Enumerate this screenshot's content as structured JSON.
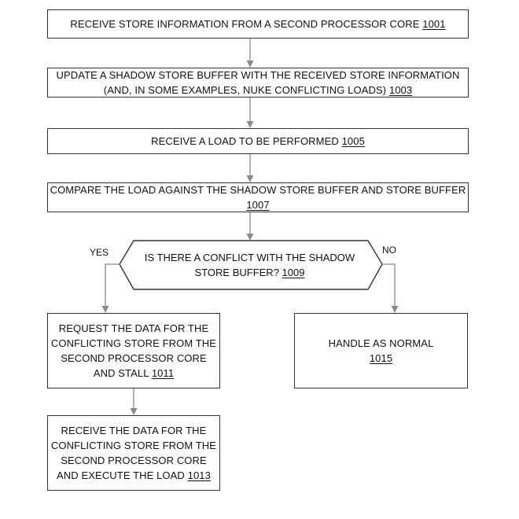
{
  "steps": {
    "s1001": {
      "lines": [
        "RECEIVE STORE INFORMATION FROM A SECOND PROCESSOR CORE"
      ],
      "ref": "1001"
    },
    "s1003": {
      "lines": [
        "UPDATE A SHADOW STORE BUFFER WITH THE RECEIVED STORE INFORMATION",
        "(AND, IN SOME EXAMPLES, NUKE CONFLICTING LOADS)"
      ],
      "ref": "1003"
    },
    "s1005": {
      "lines": [
        "RECEIVE A LOAD TO BE PERFORMED"
      ],
      "ref": "1005"
    },
    "s1007": {
      "lines": [
        "COMPARE THE LOAD AGAINST THE SHADOW STORE BUFFER AND STORE BUFFER"
      ],
      "ref": "1007"
    },
    "s1011": {
      "lines": [
        "REQUEST THE DATA FOR THE",
        "CONFLICTING STORE FROM THE",
        "SECOND PROCESSOR CORE",
        "AND STALL"
      ],
      "ref": "1011"
    },
    "s1013": {
      "lines": [
        "RECEIVE THE DATA FOR THE",
        "CONFLICTING STORE FROM THE",
        "SECOND PROCESSOR CORE",
        "AND EXECUTE THE LOAD"
      ],
      "ref": "1013"
    },
    "s1015": {
      "lines": [
        "HANDLE AS NORMAL"
      ],
      "ref": "1015"
    }
  },
  "decision": {
    "lines": [
      "IS THERE A CONFLICT WITH THE SHADOW",
      "STORE BUFFER?"
    ],
    "ref": "1009",
    "yes_label": "YES",
    "no_label": "NO"
  },
  "colors": {
    "stroke": "#333333",
    "arrow": "#8a8a8a",
    "text": "#111111"
  }
}
